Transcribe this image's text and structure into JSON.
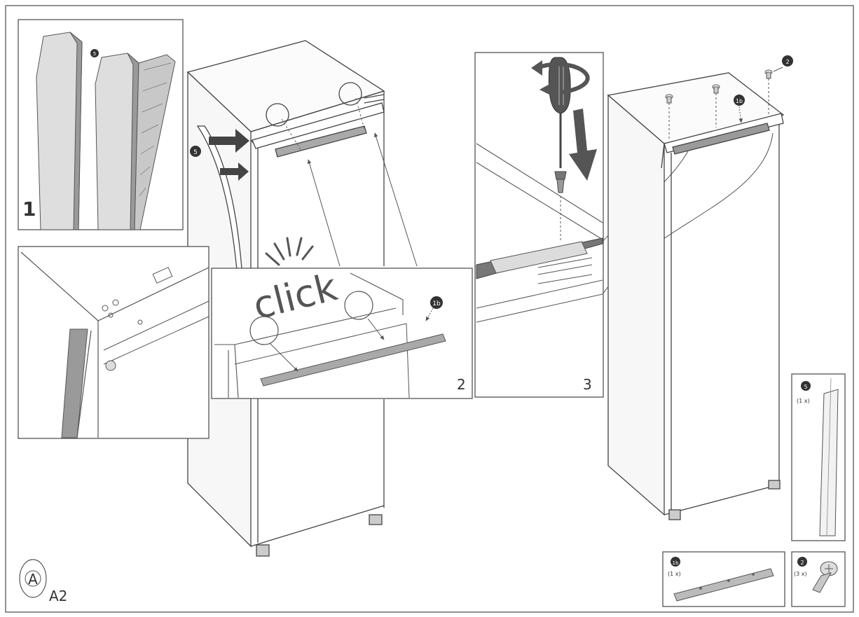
{
  "figure_code": "A2",
  "badge_letter": "A",
  "click_text": "click",
  "steps": [
    {
      "number": "1"
    },
    {
      "number": "2"
    },
    {
      "number": "3"
    }
  ],
  "callouts": {
    "left_part": "5",
    "step1_part": "5",
    "step2_part": "1b",
    "right_rail": "1b",
    "right_screw": "2"
  },
  "parts": [
    {
      "id": "5",
      "qty": "(1 x)"
    },
    {
      "id": "1b",
      "qty": "(1 x)"
    },
    {
      "id": "2",
      "qty": "(3 x)"
    }
  ]
}
